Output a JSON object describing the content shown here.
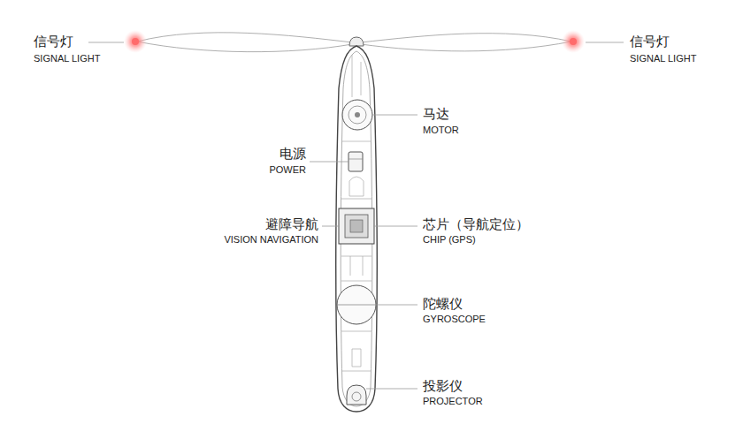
{
  "diagram": {
    "labels": [
      "信号灯",
      "SIGNAL LIGHT",
      "信号灯",
      "SIGNAL LIGHT",
      "马达",
      "MOTOR",
      "电源",
      "POWER",
      "避障导航",
      "VISION NAVIGATION",
      "芯片（导航定位）",
      "CHIP (GPS)",
      "陀螺仪",
      "GYROSCOPE",
      "投影仪",
      "PROJECTOR"
    ]
  }
}
